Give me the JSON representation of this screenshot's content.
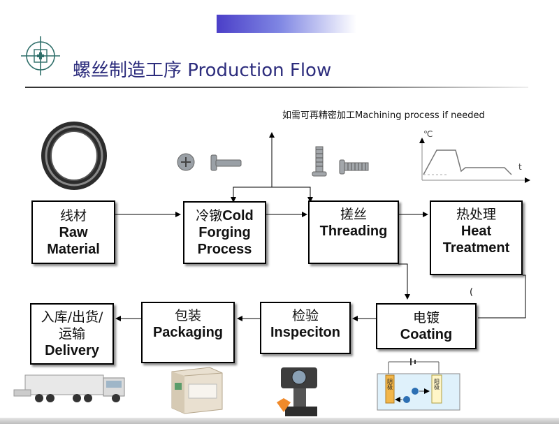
{
  "title": "螺丝制造工序 Production Flow",
  "machining_note": "如需可再精密加工Machining process if needed",
  "stray_mark": "(",
  "heat_chart": {
    "y_label": "℃",
    "x_label": "t"
  },
  "steps": {
    "raw_material": {
      "cn": "线材",
      "en_1": "Raw",
      "en_2": "Material"
    },
    "cold_forging": {
      "cn": "冷镦",
      "en_0": "Cold",
      "en_1": "Forging",
      "en_2": "Process"
    },
    "threading": {
      "cn": "搓丝",
      "en_1": "Threading"
    },
    "heat_treatment": {
      "cn": "热处理",
      "en_1": "Heat",
      "en_2": "Treatment"
    },
    "coating": {
      "cn": "电镀",
      "en_1": "Coating"
    },
    "inspection": {
      "cn": "检验",
      "en_1": "Inspeciton"
    },
    "packaging": {
      "cn": "包装",
      "en_1": "Packaging"
    },
    "delivery": {
      "cn_1": "入库/出货/",
      "cn_2": "运输",
      "en_1": "Delivery"
    }
  },
  "plating_cell": {
    "left_label": "阴极",
    "right_label": "阳极"
  },
  "colors": {
    "title": "#2d2d7d",
    "accent": "#4b3fc8",
    "box_border": "#000000"
  }
}
